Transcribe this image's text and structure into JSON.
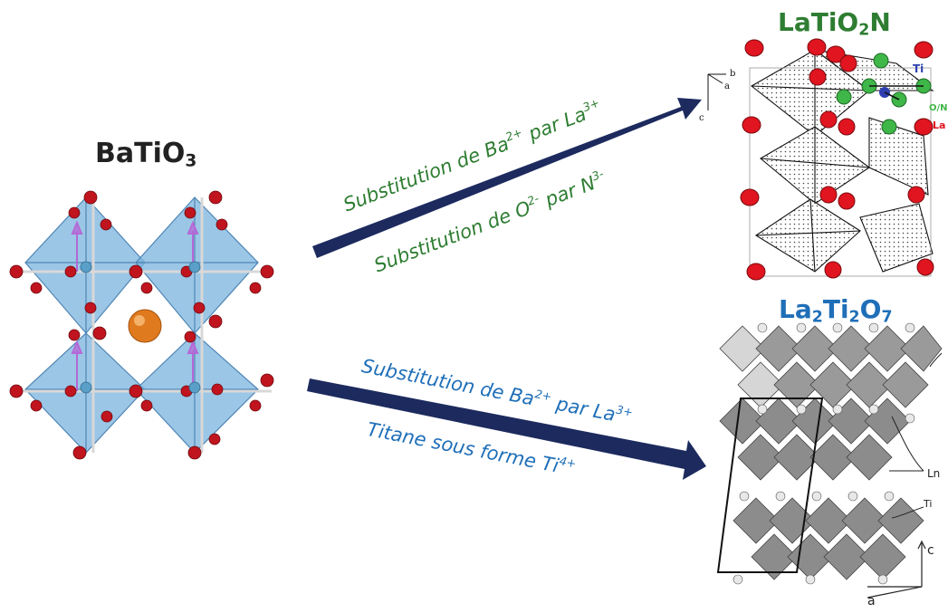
{
  "titles": {
    "batio3": {
      "base": "BaTiO",
      "sub": "3"
    },
    "latio2n": {
      "a": "LaTiO",
      "sub": "2",
      "b": "N"
    },
    "la2ti2o7": {
      "a": "La",
      "s1": "2",
      "b": "Ti",
      "s2": "2",
      "c": "O",
      "s3": "7"
    }
  },
  "upper_arrow": {
    "line1": {
      "text": "Substitution de Ba",
      "sup1": "2+",
      "mid": " par La",
      "sup2": "3+"
    },
    "line2": {
      "text": "Substitution de O",
      "sup1": "2-",
      "mid": " par N",
      "sup2": "3-"
    }
  },
  "lower_arrow": {
    "line1": {
      "text": "Substitution de Ba",
      "sup1": "2+",
      "mid": " par La",
      "sup2": "3+"
    },
    "line2": {
      "text": "Titane sous forme Ti",
      "sup1": "4+"
    }
  },
  "latio2n_labels": {
    "axis_b": "b",
    "axis_a": "a",
    "axis_c": "c",
    "ti": "Ti",
    "on": "O/N",
    "la": "La"
  },
  "la2ti2o7_labels": {
    "ln": "Ln",
    "ti": "Ti",
    "axis_c": "c",
    "axis_a": "a"
  },
  "colors": {
    "green": "#2e7d32",
    "blue": "#1f6fb8",
    "arrow": "#1c2a5e",
    "octahedron": "#6aa9d6",
    "oxygen": "#c0141e",
    "cation": "#e07a1f"
  }
}
